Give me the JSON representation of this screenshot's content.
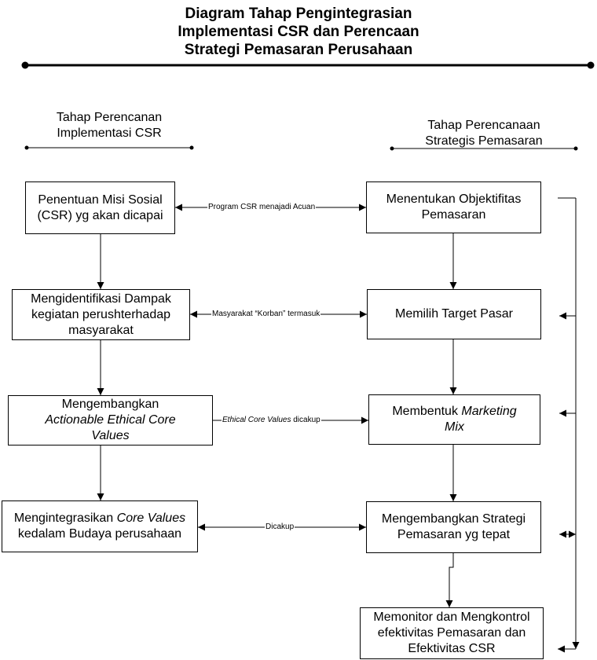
{
  "title": {
    "line1": "Diagram Tahap Pengintegrasian",
    "line2": "Implementasi CSR dan Perencaan",
    "line3": "Strategi Pemasaran Perusahaan"
  },
  "left_header": {
    "line1": "Tahap Perencanan",
    "line2": "Implementasi CSR"
  },
  "right_header": {
    "line1": "Tahap Perencanaan",
    "line2": "Strategis Pemasaran"
  },
  "left_boxes": [
    {
      "line1": "Penentuan Misi Sosial",
      "line2": "(CSR) yg akan dicapai"
    },
    {
      "line1": "Mengidentifikasi Dampak",
      "line2": "kegiatan perushterhadap",
      "line3": "masyarakat"
    },
    {
      "line1": "Mengembangkan",
      "line2": "Actionable Ethical Core",
      "line3": "Values"
    },
    {
      "line1_a": "Mengintegrasikan ",
      "line1_b": "Core Values",
      "line2": "kedalam Budaya perusahaan"
    }
  ],
  "right_boxes": [
    {
      "line1": "Menentukan Objektifitas",
      "line2": "Pemasaran"
    },
    {
      "line1": "Memilih Target Pasar"
    },
    {
      "line1_a": "Membentuk ",
      "line1_b": "Marketing",
      "line2": "Mix"
    },
    {
      "line1": "Mengembangkan Strategi",
      "line2": "Pemasaran yg tepat"
    },
    {
      "line1": "Memonitor dan Mengkontrol",
      "line2": "efektivitas Pemasaran dan",
      "line3": "Efektivitas CSR"
    }
  ],
  "connectors": [
    {
      "label": "Program CSR menajadi Acuan"
    },
    {
      "label": "Masyarakat “Korban” termasuk"
    },
    {
      "label_a": "Ethical Core Values",
      "label_b": " dicakup"
    },
    {
      "label": "Dicakup"
    }
  ]
}
